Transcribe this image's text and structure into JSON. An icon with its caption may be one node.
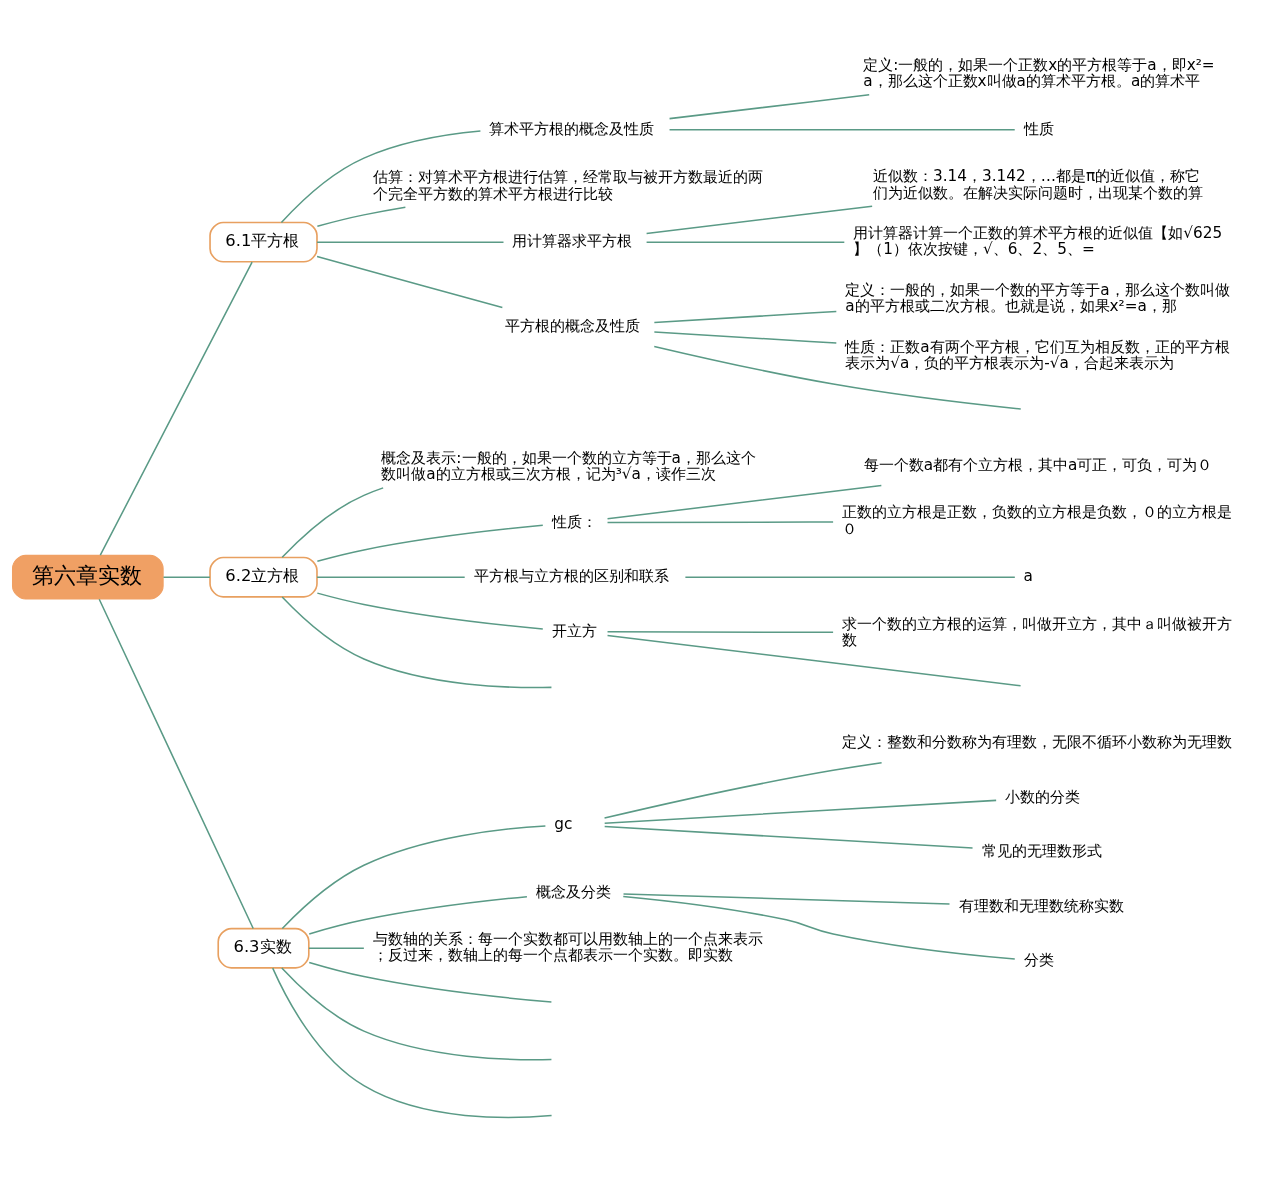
{
  "diagram": {
    "nodes": [
      {
        "text": [
          "第六章实数"
        ]
      },
      {
        "text": [
          "6.1平方根"
        ]
      },
      {
        "text": [
          "算术平方根的概念及性质"
        ]
      },
      {
        "text": [
          "定义:一般的，如果一个正数x的平方根等于a，即x²=a，那么这个正数x叫做a的算术平方根。a的算术平"
        ]
      },
      {
        "text": [
          "性质"
        ]
      },
      {
        "text": [
          "估算：对算术平方根进行估算，经常取与被开方数最近的两个完全平方数的算术平方根进行比较"
        ]
      },
      {
        "text": [
          "用计算器求平方根"
        ]
      },
      {
        "text": [
          "近似数：3.14，3.142，…都是π的近似值，称它们为近似数。在解决实际问题时，出现某个数的算"
        ]
      },
      {
        "text": [
          "用计算器计算一个正数的算术平方根的近似值【如√625】（1）依次按键，√、6、2、5、="
        ]
      },
      {
        "text": [
          "平方根的概念及性质"
        ]
      },
      {
        "text": [
          "定义：一般的，如果一个数的平方等于a，那么这个数叫做a的平方根或二次方根。也就是说，如果x²=a，那"
        ]
      },
      {
        "text": [
          "性质：正数a有两个平方根，它们互为相反数，正的平方根表示为√a，负的平方根表示为-√a，合起来表示为"
        ]
      },
      {
        "text": [
          "6.2立方根"
        ]
      },
      {
        "text": [
          "概念及表示:一般的，如果一个数的立方等于a，那么这个数叫做a的立方根或三次方根，记为³√a，读作三次"
        ]
      },
      {
        "text": [
          "性质："
        ]
      },
      {
        "text": [
          "每一个数a都有个立方根，其中a可正，可负，可为０"
        ]
      },
      {
        "text": [
          "正数的立方根是正数，负数的立方根是负数，０的立方根是０"
        ]
      },
      {
        "text": [
          "平方根与立方根的区别和联系"
        ]
      },
      {
        "text": [
          "a"
        ]
      },
      {
        "text": [
          "开立方"
        ]
      },
      {
        "text": [
          "求一个数的立方根的运算，叫做开立方，其中ａ叫做被开方数"
        ]
      },
      {
        "text": [
          "6.3实数"
        ]
      },
      {
        "text": [
          "gc"
        ]
      },
      {
        "text": [
          "定义：整数和分数称为有理数，无限不循环小数称为无理数"
        ]
      },
      {
        "text": [
          "小数的分类"
        ]
      },
      {
        "text": [
          "常见的无理数形式"
        ]
      },
      {
        "text": [
          "概念及分类"
        ]
      },
      {
        "text": [
          "有理数和无理数统称实数"
        ]
      },
      {
        "text": [
          "分类"
        ]
      },
      {
        "text": [
          "与数轴的关系：每一个实数都可以用数轴上的一个点来表示；反过来，数轴上的每一个点都表示一个实数。即实数"
        ]
      }
    ],
    "edges": [
      {
        "from": 0,
        "to": 1,
        "arrow": "none"
      },
      {
        "from": 1,
        "to": 2,
        "arrow": "none"
      },
      {
        "from": 2,
        "to": 3,
        "arrow": "none"
      },
      {
        "from": 2,
        "to": 4,
        "arrow": "none"
      },
      {
        "from": 1,
        "to": 5,
        "arrow": "none"
      },
      {
        "from": 1,
        "to": 6,
        "arrow": "none"
      },
      {
        "from": 6,
        "to": 7,
        "arrow": "none"
      },
      {
        "from": 6,
        "to": 8,
        "arrow": "none"
      },
      {
        "from": 1,
        "to": 9,
        "arrow": "none"
      },
      {
        "from": 9,
        "to": 10,
        "arrow": "none"
      },
      {
        "from": 9,
        "to": 11,
        "arrow": "none"
      },
      {
        "from": 9,
        "to": null,
        "arrow": "none"
      },
      {
        "from": 0,
        "to": 12,
        "arrow": "none"
      },
      {
        "from": 12,
        "to": 13,
        "arrow": "none"
      },
      {
        "from": 12,
        "to": 14,
        "arrow": "none"
      },
      {
        "from": 14,
        "to": 15,
        "arrow": "none"
      },
      {
        "from": 14,
        "to": 16,
        "arrow": "none"
      },
      {
        "from": 12,
        "to": 17,
        "arrow": "none"
      },
      {
        "from": 17,
        "to": 18,
        "arrow": "none"
      },
      {
        "from": 12,
        "to": 19,
        "arrow": "none"
      },
      {
        "from": 19,
        "to": 20,
        "arrow": "none"
      },
      {
        "from": 19,
        "to": null,
        "arrow": "none"
      },
      {
        "from": 12,
        "to": null,
        "arrow": "none"
      },
      {
        "from": 0,
        "to": 21,
        "arrow": "none"
      },
      {
        "from": 21,
        "to": 22,
        "arrow": "none"
      },
      {
        "from": 22,
        "to": 23,
        "arrow": "none"
      },
      {
        "from": 22,
        "to": 24,
        "arrow": "none"
      },
      {
        "from": 22,
        "to": 25,
        "arrow": "none"
      },
      {
        "from": 21,
        "to": 26,
        "arrow": "none"
      },
      {
        "from": 26,
        "to": 27,
        "arrow": "none"
      },
      {
        "from": 26,
        "to": 28,
        "arrow": "none"
      },
      {
        "from": 21,
        "to": 29,
        "arrow": "none"
      },
      {
        "from": 21,
        "to": null,
        "arrow": "none"
      },
      {
        "from": 21,
        "to": null,
        "arrow": "none"
      },
      {
        "from": 21,
        "to": null,
        "arrow": "none"
      }
    ]
  }
}
